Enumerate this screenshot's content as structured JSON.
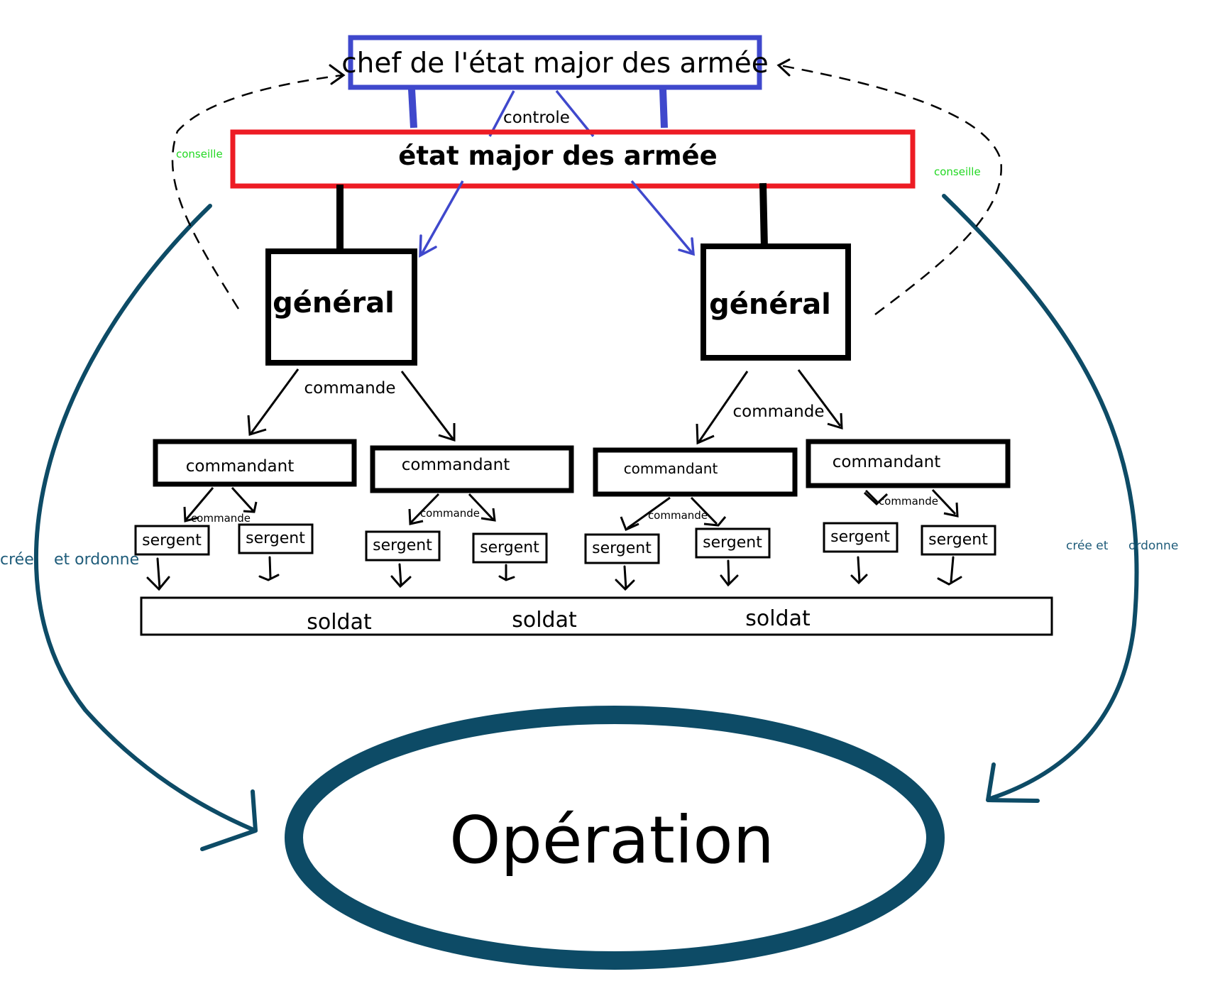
{
  "nodes": {
    "chef": "chef de l'état major des armée",
    "etat_major": "état major des armée",
    "generals": [
      "général",
      "général"
    ],
    "commandants": [
      "commandant",
      "commandant",
      "commandant",
      "commandant"
    ],
    "sergents": [
      "sergent",
      "sergent",
      "sergent",
      "sergent",
      "sergent",
      "sergent",
      "sergent",
      "sergent"
    ],
    "soldats": [
      "soldat",
      "soldat",
      "soldat"
    ],
    "operation": "Opération"
  },
  "edges": {
    "controle": "controle",
    "conseille": [
      "conseille",
      "conseille"
    ],
    "commande_general": [
      "commande",
      "commande"
    ],
    "commande_commandant": [
      "commande",
      "commande",
      "commande",
      "commande"
    ],
    "cree_left": "crée",
    "ordonne_left": "et ordonne",
    "cree_right": "crée et",
    "ordonne_right": "ordonne"
  },
  "colors": {
    "chef_border": "#3f48cc",
    "etat_major_border": "#ed1c24",
    "controle_arrows": "#3f48cc",
    "conseille_text": "#22d822",
    "operation_ring": "#0d4b66",
    "cree_text": "#1f5c7a",
    "line": "#000000"
  }
}
